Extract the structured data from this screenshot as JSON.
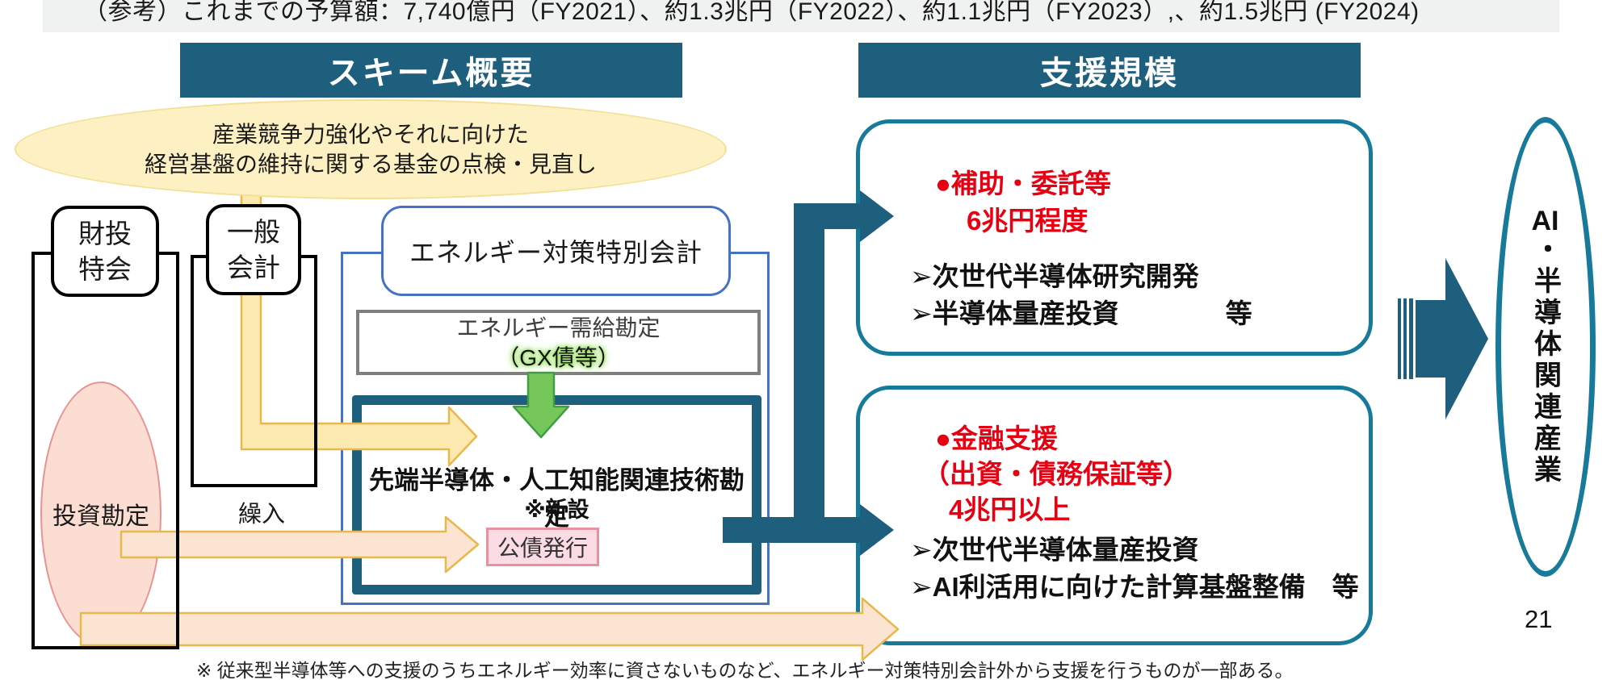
{
  "top_strip": {
    "text": "（参考）これまでの予算額：7,740億円（FY2021）、約1.3兆円（FY2022）、約1.1兆円（FY2023）,、約1.5兆円 (FY2024)"
  },
  "headers": {
    "scheme": "スキーム概要",
    "support": "支援規模"
  },
  "review_ellipse": {
    "line1": "産業競争力強化やそれに向けた",
    "line2": "経営基盤の維持に関する基金の点検・見直し"
  },
  "left_accounts": {
    "filp": {
      "line1": "財投",
      "line2": "特会"
    },
    "general": {
      "line1": "一般",
      "line2": "会計"
    },
    "investment_account": "投資勘定",
    "transfer": "繰入"
  },
  "energy_account": {
    "title": "エネルギー対策特別会計",
    "supply_demand": "エネルギー需給勘定",
    "gx_bonds": "（GX債等）",
    "new_account_line1": "先端半導体・人工知能関連技術勘定",
    "new_account_line2": "※新設",
    "bond_issuance": "公債発行"
  },
  "support_boxes": {
    "subsidy": {
      "heading_line1": "●補助・委託等",
      "heading_line2": "6兆円程度",
      "items": [
        "➢次世代半導体研究開発",
        "➢半導体量産投資　　　　等"
      ]
    },
    "finance": {
      "heading_line1": "●金融支援",
      "heading_line2": "（出資・債務保証等）",
      "heading_line3": "4兆円以上",
      "items": [
        "➢次世代半導体量産投資",
        "➢AI利活用に向けた計算基盤整備　等"
      ]
    }
  },
  "outcome": {
    "label": "AI・半導体関連産業",
    "latin": "AI",
    "rest": "・半導体関連産業"
  },
  "footnote": "※ 従来型半導体等への支援のうちエネルギー効率に資さないものなど、エネルギー対策特別会計外から支援を行うものが一部ある。",
  "page_number": "21",
  "colors": {
    "header_teal": "#1e5f7d",
    "support_box_border": "#177a9a",
    "energy_blue": "#4472c4",
    "gray_border": "#7f7f7f",
    "red_text": "#e60012",
    "yellow_arrow_border": "#e8b94a",
    "pale_yellow_fill": "#fce9b0",
    "pale_orange_fill": "#fbe4d2",
    "green_arrow_fill": "#76c75a",
    "pink_fill": "#fbdce4"
  }
}
